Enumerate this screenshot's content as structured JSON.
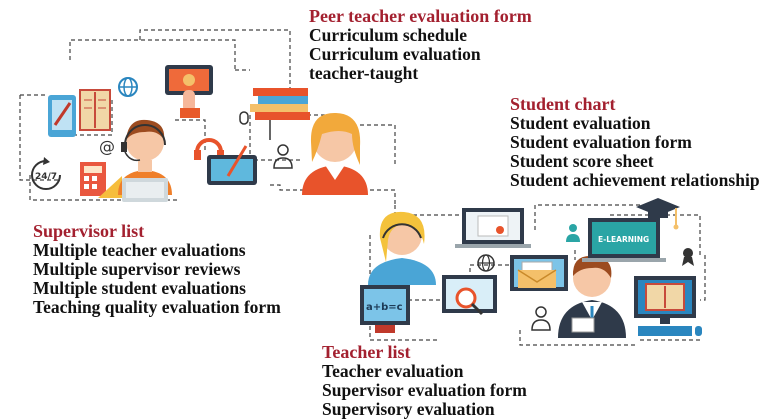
{
  "colors": {
    "heading": "#a3202f",
    "text": "#111111",
    "connector": "#444444"
  },
  "peer_block": {
    "title": "Peer teacher evaluation form",
    "items": [
      "Curriculum schedule",
      "Curriculum evaluation",
      "teacher-taught"
    ]
  },
  "student_block": {
    "title": "Student chart",
    "items": [
      "Student evaluation",
      "Student evaluation form",
      "Student score sheet",
      "Student achievement relationship"
    ]
  },
  "supervisor_block": {
    "title": "Supervisor list",
    "items": [
      "Multiple teacher evaluations",
      "Multiple supervisor reviews",
      "Multiple student evaluations",
      "Teaching quality evaluation form"
    ]
  },
  "teacher_block": {
    "title": "Teacher list",
    "items": [
      "Teacher evaluation",
      "Supervisor evaluation form",
      "Supervisory evaluation"
    ]
  },
  "illustration_text": {
    "clock_label": "24/7",
    "at_sign": "@",
    "math_board": "a+b=c",
    "elearning_label": "E-LEARNING"
  },
  "icons": [
    "notebook-icon",
    "tablet-icon",
    "globe-icon",
    "touch-screen-icon",
    "at-icon",
    "24-7-clock-icon",
    "calculator-icon",
    "laptop-icon",
    "headset-icon",
    "drawing-tablet-icon",
    "books-icon",
    "mouse-icon",
    "person-outline-icon",
    "graduation-cap-icon",
    "certificate-icon",
    "envelope-icon",
    "magnifier-icon",
    "desktop-icon",
    "keyboard-icon"
  ]
}
